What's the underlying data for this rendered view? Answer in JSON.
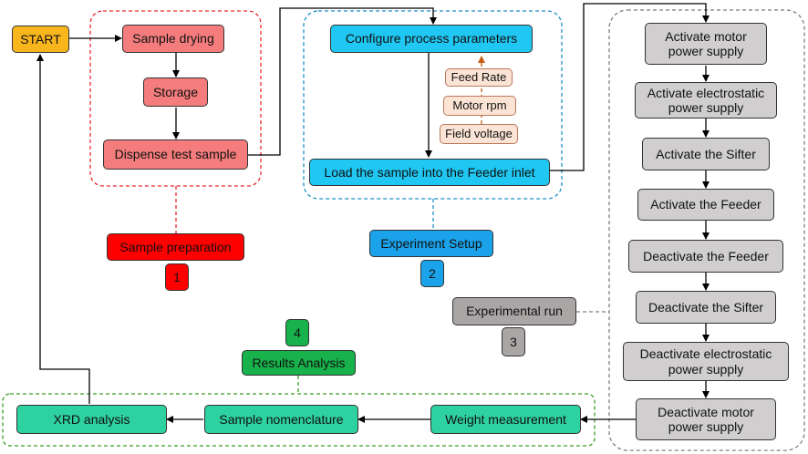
{
  "start": "START",
  "sample_prep": {
    "steps": [
      "Sample drying",
      "Storage",
      "Dispense test sample"
    ],
    "label": "Sample preparation",
    "number": "1"
  },
  "experiment_setup": {
    "configure": "Configure process parameters",
    "params": [
      "Feed Rate",
      "Motor rpm",
      "Field voltage"
    ],
    "load": "Load the sample into the Feeder inlet",
    "label": "Experiment Setup",
    "number": "2"
  },
  "experimental_run": {
    "steps": [
      "Activate motor power supply",
      "Activate electrostatic power supply",
      "Activate the Sifter",
      "Activate the Feeder",
      "Deactivate the Feeder",
      "Deactivate the Sifter",
      "Deactivate electrostatic power supply",
      "Deactivate motor power supply"
    ],
    "label": "Experimental run",
    "number": "3"
  },
  "results_analysis": {
    "steps": [
      "Weight measurement",
      "Sample nomenclature",
      "XRD analysis"
    ],
    "label": "Results Analysis",
    "number": "4"
  },
  "colors": {
    "start": "#f9b61c",
    "prep": "#f47c7c",
    "setup": "#1fc7f2",
    "run": "#d0cece",
    "results": "#2ed1a0"
  }
}
